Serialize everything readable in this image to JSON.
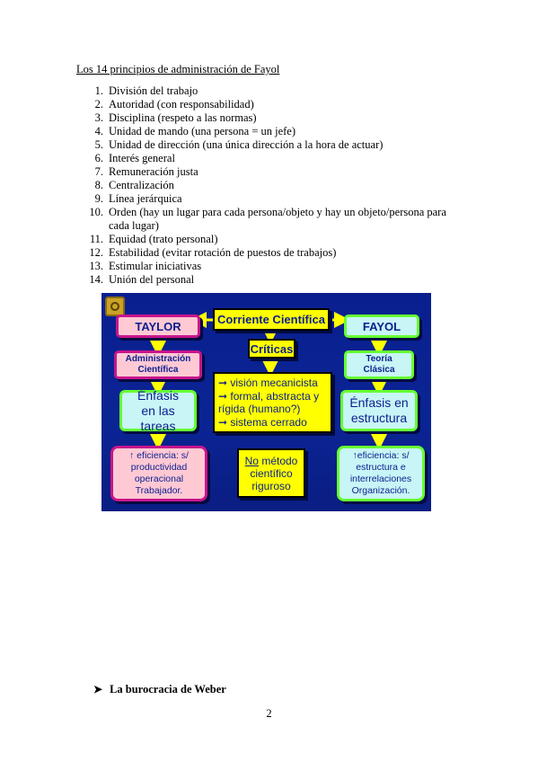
{
  "heading": "Los 14 principios de administración de Fayol",
  "principles": [
    {
      "num": "1.",
      "text": "División del trabajo"
    },
    {
      "num": "2.",
      "text": "Autoridad (con responsabilidad)"
    },
    {
      "num": "3.",
      "text": "Disciplina (respeto a las normas)"
    },
    {
      "num": "4.",
      "text": "Unidad de mando (una persona = un jefe)"
    },
    {
      "num": "5.",
      "text": "Unidad de dirección (una única dirección a la hora de actuar)"
    },
    {
      "num": "6.",
      "text": "Interés general"
    },
    {
      "num": "7.",
      "text": "Remuneración justa"
    },
    {
      "num": "8.",
      "text": "Centralización"
    },
    {
      "num": "9.",
      "text": "Línea jerárquica"
    },
    {
      "num": "10.",
      "text": "Orden (hay un lugar para cada persona/objeto y hay un objeto/persona para cada lugar)"
    },
    {
      "num": "11.",
      "text": "Equidad (trato personal)"
    },
    {
      "num": "12.",
      "text": "Estabilidad (evitar rotación de puestos de trabajos)"
    },
    {
      "num": "13.",
      "text": "Estimular iniciativas"
    },
    {
      "num": "14.",
      "text": "Unión del personal"
    }
  ],
  "diagram": {
    "taylor": "TAYLOR",
    "fayol": "FAYOL",
    "corriente": "Corriente Científica",
    "criticas": "Críticas",
    "admin_cientifica": "Administración Científica",
    "teoria_clasica": "Teoría Clásica",
    "enfasis_tareas": "Énfasis en las tareas",
    "enfasis_estructura": "Énfasis en estructura",
    "criticas_list": [
      "visión mecanicista",
      "formal, abstracta y rígida (humano?)",
      "sistema cerrado"
    ],
    "no_metodo_no": "No",
    "no_metodo_rest": "método científico riguroso",
    "taylor_eficiencia": "↑ eficiencia: s/ productividad operacional Trabajador.",
    "fayol_eficiencia": "↑eficiencia: s/ estructura e interrelaciones Organización.",
    "colors": {
      "bg": "#0b2494",
      "yellow": "#ffff00",
      "pink": "#ffc9d4",
      "cyan": "#c8f5f5",
      "magenta": "#c8158c",
      "green": "#66ff33"
    }
  },
  "bottom_title": "La burocracia de Weber",
  "page_number": "2"
}
